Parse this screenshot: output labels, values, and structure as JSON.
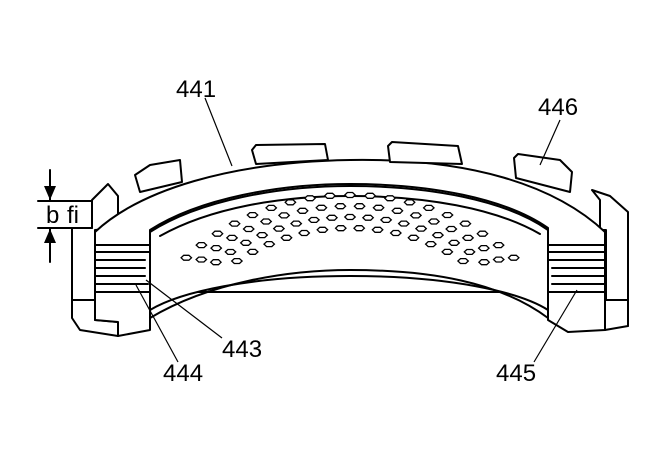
{
  "diagram": {
    "callouts": {
      "c441": "441",
      "c446": "446",
      "c443": "443",
      "c444": "444",
      "c445": "445"
    },
    "dimension": {
      "symbol_b": "b",
      "symbol_fi": "fi"
    },
    "icons": [
      "clutch-plate-pack-icon",
      "dimension-arrow-icon"
    ]
  }
}
